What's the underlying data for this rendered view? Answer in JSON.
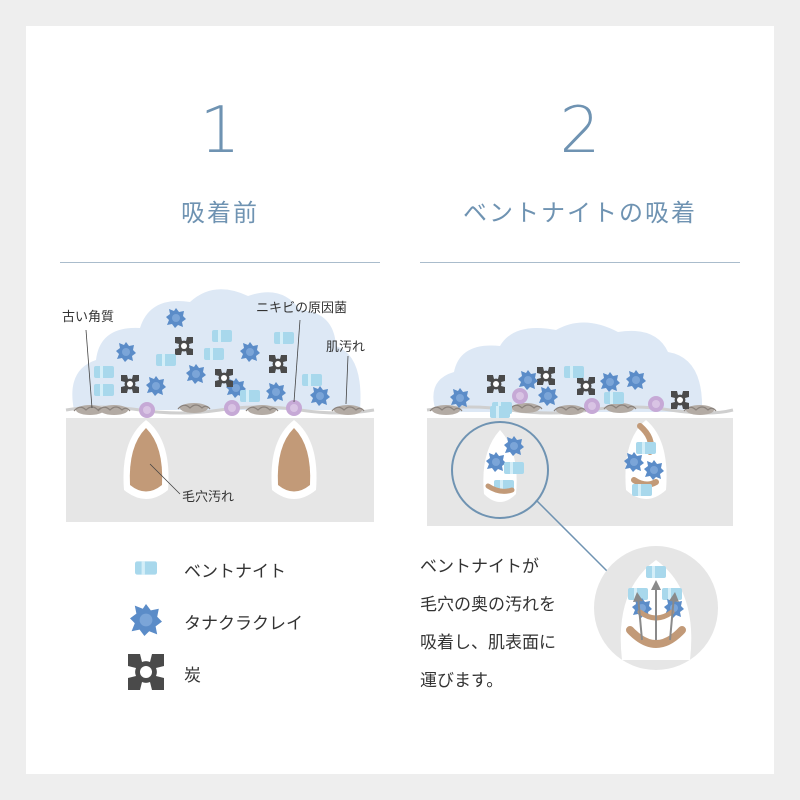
{
  "panels": [
    {
      "number": "1",
      "title": "吸着前"
    },
    {
      "number": "2",
      "title": "ベントナイトの吸着"
    }
  ],
  "labels": {
    "old_keratin": "古い角質",
    "acne_bacteria": "ニキビの原因菌",
    "skin_dirt": "肌汚れ",
    "pore_dirt": "毛穴汚れ"
  },
  "legend": [
    {
      "icon": "bentonite-icon",
      "label": "ベントナイト",
      "color": "#a8d8ec"
    },
    {
      "icon": "tanaka-clay-icon",
      "label": "タナクラクレイ",
      "color": "#5b8cc8"
    },
    {
      "icon": "charcoal-icon",
      "label": "炭",
      "color": "#4a4a4a"
    }
  ],
  "description": [
    "ベントナイトが",
    "毛穴の奥の汚れを",
    "吸着し、肌表面に",
    "運びます。"
  ],
  "colors": {
    "accent": "#6f93b2",
    "skin": "#e6e6e6",
    "foam": "#dde8f5",
    "dirt": "#c29a78",
    "bacteria": "#c6a9d6"
  }
}
